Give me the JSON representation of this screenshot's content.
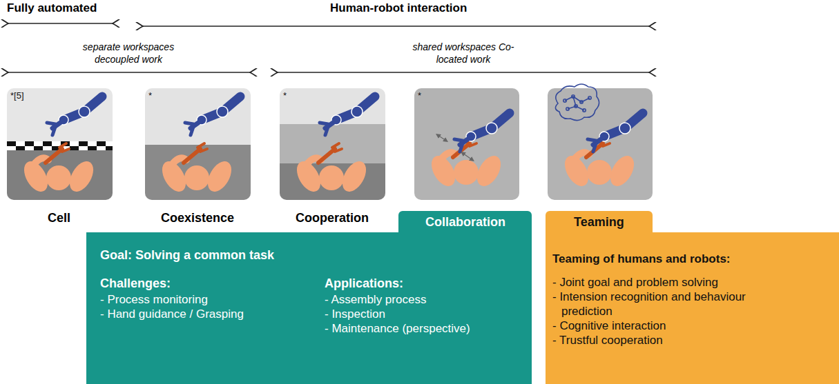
{
  "diagram": {
    "nodes": [
      {
        "text": [
          "*[5]"
        ]
      },
      {
        "text": [
          "*"
        ]
      },
      {
        "text": [
          "*"
        ]
      },
      {
        "text": [
          "*"
        ]
      },
      {
        "text": [
          "Collaboration",
          "Goal: Solving a common task",
          "Challenges:",
          "- Process monitoring",
          "- Hand guidance / Grasping",
          "Applications:",
          "- Assembly process",
          "- Inspection",
          "- Maintenance (perspective)"
        ]
      },
      {
        "text": [
          "Teaming",
          "Teaming of humans and robots:",
          "- Joint goal and problem solving",
          "- Intension recognition and behaviour prediction",
          "- Cognitive interaction",
          "- Trustful cooperation"
        ]
      }
    ],
    "labels": [
      "Fully automated",
      "Human-robot interaction",
      "separate workspaces decoupled work",
      "shared workspaces Co-located work",
      "Cell",
      "Coexistence",
      "Cooperation"
    ]
  }
}
